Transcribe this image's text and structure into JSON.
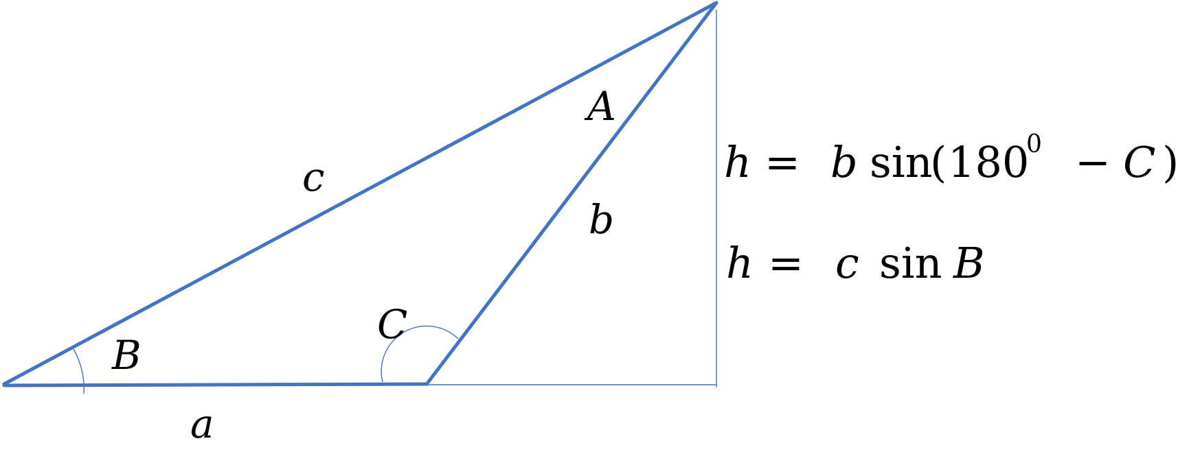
{
  "labels": {
    "vertex_a": "A",
    "vertex_b": "B",
    "vertex_c": "C",
    "side_a": "a",
    "side_b": "b",
    "side_c": "c"
  },
  "equation_1": {
    "lhs": "h",
    "equals": "=",
    "var": "b",
    "func": "sin",
    "open_paren": "(",
    "number": "180",
    "superscript": "0",
    "minus": "−",
    "angle": "C",
    "close_paren": ")"
  },
  "equation_2": {
    "lhs": "h",
    "equals": "=",
    "var": "c",
    "func": "sin",
    "angle": "B"
  },
  "colors": {
    "edge": "#4472C4",
    "text": "#000000"
  }
}
